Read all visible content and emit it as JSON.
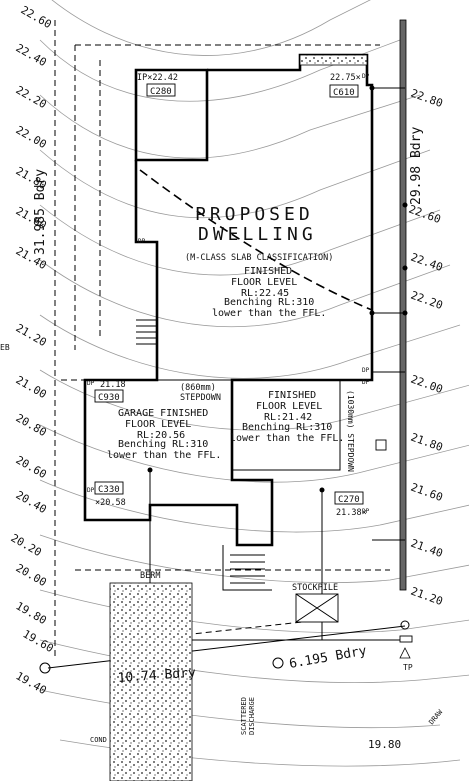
{
  "contour_labels_left": [
    "22.60",
    "22.40",
    "22.20",
    "22.00",
    "21.80",
    "21.60",
    "21.40",
    "21.20",
    "21.00",
    "20.80",
    "20.60",
    "20.40",
    "20.20",
    "20.00",
    "19.80",
    "19.60",
    "19.40"
  ],
  "contour_labels_right": [
    "22.80",
    "22.60",
    "22.40",
    "22.20",
    "22.00",
    "21.80",
    "21.60",
    "21.40",
    "21.20"
  ],
  "bottom_contour_label": "19.80",
  "boundaries": {
    "left": "31.985 Bdry",
    "right": "29.98 Bdry",
    "front_left": "10.74 Bdry",
    "front_right": "6.195 Bdry"
  },
  "dwelling": {
    "title_line1": "PROPOSED",
    "title_line2": "DWELLING",
    "slab": "(M-CLASS SLAB CLASSIFICATION)",
    "ffl_line1": "FINISHED",
    "ffl_line2": "FLOOR LEVEL",
    "ffl_line3": "RL:22.45",
    "bench_line1": "Benching RL:310",
    "bench_line2": "lower than the FFL."
  },
  "garage": {
    "line1": "GARAGE FINISHED",
    "line2": "FLOOR LEVEL",
    "line3": "RL:20.56",
    "bench_line1": "Benching RL:310",
    "bench_line2": "lower than the FFL."
  },
  "mid_floor": {
    "line1": "FINISHED",
    "line2": "FLOOR LEVEL",
    "line3": "RL:21.42",
    "bench_line1": "Benching RL:310",
    "bench_line2": "lower than the FFL."
  },
  "stepdown_860": "(860mm)",
  "stepdown_label": "STEPDOWN",
  "stepdown_vertical": "(1030mm) STEPDOWN",
  "spot_levels": {
    "tl": "IP×22.42",
    "tr": "22.75×",
    "dp_2118": "21.18",
    "c330_val": "×20.58",
    "br": "21.38×"
  },
  "tags": {
    "c280": "C280",
    "c610": "C610",
    "c930": "C930",
    "c330": "C330",
    "c270": "C270"
  },
  "dp": "DP",
  "eb": "EB",
  "tp": "TP",
  "berm": "BERM",
  "stockpile": "STOCKPILE",
  "scattered_line1": "SCATTERED",
  "scattered_line2": "DISCHARGE",
  "cond": "COND",
  "bottom_right_text": "DRAW"
}
